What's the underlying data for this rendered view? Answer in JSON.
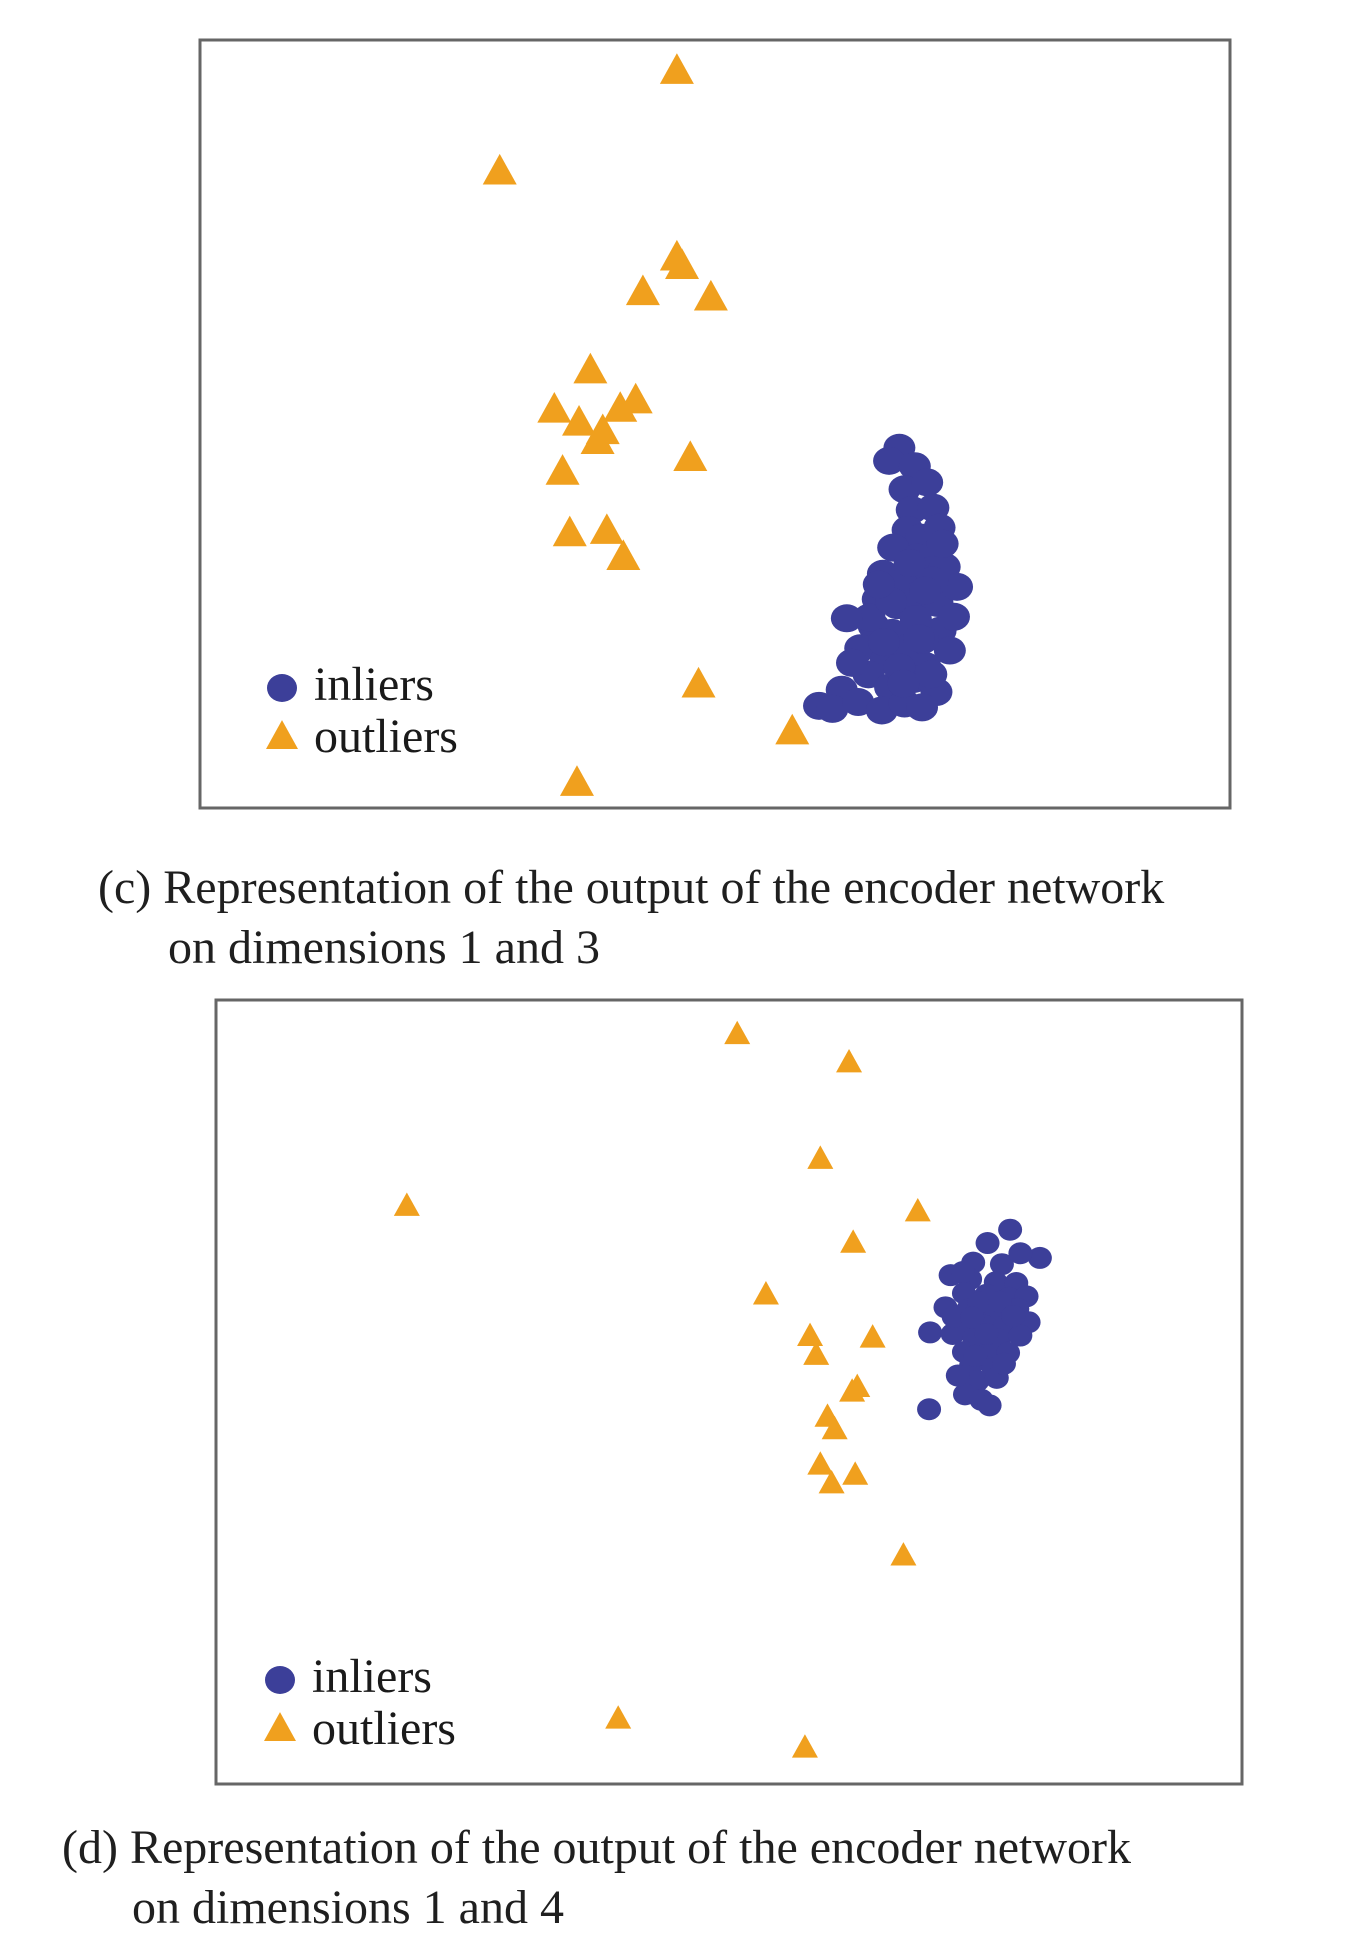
{
  "figures": [
    {
      "caption_line1": "(c) Representation of the output of the encoder network",
      "caption_line2": "on dimensions 1 and 3"
    },
    {
      "caption_line1": "(d) Representation of the output of the encoder network",
      "caption_line2": "on dimensions 1 and 4"
    }
  ],
  "colors": {
    "inliers": "#3c3f99",
    "outliers": "#f0a01e",
    "frame": "#666666"
  },
  "chart_data": [
    {
      "type": "scatter",
      "title": "",
      "xlabel": "",
      "ylabel": "",
      "xlim": [
        0,
        100
      ],
      "ylim": [
        0,
        100
      ],
      "grid": false,
      "legend_position": "bottom-left",
      "legend": [
        "inliers",
        "outliers"
      ],
      "series": [
        {
          "name": "inliers",
          "marker": "circle",
          "points": [
            [
              67.9,
              46.9
            ],
            [
              66.9,
              45.2
            ],
            [
              69.4,
              44.5
            ],
            [
              68.4,
              41.5
            ],
            [
              70.6,
              42.4
            ],
            [
              69.1,
              38.8
            ],
            [
              71.2,
              39.1
            ],
            [
              68.7,
              36.2
            ],
            [
              70.0,
              35.2
            ],
            [
              71.8,
              36.5
            ],
            [
              67.3,
              33.9
            ],
            [
              69.6,
              32.6
            ],
            [
              71.4,
              33.2
            ],
            [
              66.3,
              30.5
            ],
            [
              68.5,
              29.6
            ],
            [
              70.9,
              30.9
            ],
            [
              72.3,
              31.4
            ],
            [
              65.8,
              27.2
            ],
            [
              67.7,
              26.4
            ],
            [
              69.9,
              27.8
            ],
            [
              71.6,
              26.7
            ],
            [
              73.5,
              28.8
            ],
            [
              65.4,
              23.7
            ],
            [
              67.2,
              22.8
            ],
            [
              69.5,
              24.6
            ],
            [
              71.9,
              23.1
            ],
            [
              73.2,
              24.9
            ],
            [
              64.1,
              20.8
            ],
            [
              66.6,
              19.3
            ],
            [
              68.8,
              20.9
            ],
            [
              70.4,
              18.5
            ],
            [
              72.8,
              20.5
            ],
            [
              64.9,
              17.4
            ],
            [
              67.0,
              15.7
            ],
            [
              69.3,
              16.8
            ],
            [
              71.5,
              15.1
            ],
            [
              62.3,
              15.4
            ],
            [
              60.1,
              13.3
            ],
            [
              61.4,
              12.9
            ],
            [
              63.9,
              13.8
            ],
            [
              66.2,
              12.7
            ],
            [
              68.4,
              13.6
            ],
            [
              65.0,
              24.8
            ],
            [
              66.4,
              21.6
            ],
            [
              67.9,
              18.3
            ],
            [
              70.2,
              21.9
            ],
            [
              71.1,
              29.6
            ],
            [
              72.1,
              34.4
            ],
            [
              70.4,
              28.3
            ],
            [
              68.9,
              31.9
            ],
            [
              69.8,
              22.1
            ],
            [
              67.1,
              26.9
            ],
            [
              65.9,
              29.1
            ],
            [
              68.3,
              16.2
            ],
            [
              63.3,
              18.9
            ],
            [
              62.8,
              24.7
            ],
            [
              71.0,
              17.4
            ],
            [
              70.1,
              13.1
            ]
          ]
        },
        {
          "name": "outliers",
          "marker": "triangle",
          "points": [
            [
              46.3,
              95.8
            ],
            [
              29.1,
              82.7
            ],
            [
              46.3,
              71.5
            ],
            [
              46.8,
              70.4
            ],
            [
              43.0,
              67.0
            ],
            [
              49.6,
              66.3
            ],
            [
              37.9,
              56.8
            ],
            [
              34.4,
              51.7
            ],
            [
              40.8,
              51.8
            ],
            [
              42.3,
              52.9
            ],
            [
              36.8,
              50.0
            ],
            [
              39.1,
              48.9
            ],
            [
              38.6,
              47.6
            ],
            [
              47.6,
              45.4
            ],
            [
              35.2,
              43.6
            ],
            [
              35.9,
              35.6
            ],
            [
              39.5,
              35.9
            ],
            [
              41.1,
              32.5
            ],
            [
              48.4,
              15.9
            ],
            [
              57.5,
              9.8
            ],
            [
              36.6,
              3.1
            ]
          ]
        }
      ]
    },
    {
      "type": "scatter",
      "title": "",
      "xlabel": "",
      "ylabel": "",
      "xlim": [
        0,
        100
      ],
      "ylim": [
        0,
        100
      ],
      "grid": false,
      "legend_position": "bottom-left",
      "legend": [
        "inliers",
        "outliers"
      ],
      "series": [
        {
          "name": "inliers",
          "marker": "circle",
          "points": [
            [
              77.4,
              70.7
            ],
            [
              75.2,
              69.0
            ],
            [
              80.3,
              67.1
            ],
            [
              73.8,
              66.5
            ],
            [
              76.6,
              66.3
            ],
            [
              78.4,
              67.7
            ],
            [
              71.6,
              64.9
            ],
            [
              73.5,
              64.4
            ],
            [
              76.0,
              64.0
            ],
            [
              78.0,
              63.9
            ],
            [
              72.9,
              62.6
            ],
            [
              75.1,
              62.4
            ],
            [
              77.3,
              62.0
            ],
            [
              79.0,
              62.2
            ],
            [
              71.1,
              60.8
            ],
            [
              73.3,
              60.5
            ],
            [
              75.7,
              60.3
            ],
            [
              78.1,
              60.6
            ],
            [
              72.5,
              58.8
            ],
            [
              74.8,
              58.5
            ],
            [
              76.9,
              58.4
            ],
            [
              79.2,
              58.9
            ],
            [
              69.6,
              57.6
            ],
            [
              71.8,
              57.4
            ],
            [
              73.9,
              56.9
            ],
            [
              76.3,
              56.7
            ],
            [
              78.4,
              57.2
            ],
            [
              72.9,
              55.1
            ],
            [
              75.1,
              54.8
            ],
            [
              77.2,
              55.0
            ],
            [
              73.6,
              53.4
            ],
            [
              75.8,
              53.0
            ],
            [
              74.2,
              51.4
            ],
            [
              76.1,
              51.8
            ],
            [
              73.0,
              49.7
            ],
            [
              74.6,
              49.0
            ],
            [
              69.5,
              47.8
            ],
            [
              75.4,
              48.3
            ],
            [
              72.8,
              65.3
            ],
            [
              74.4,
              61.4
            ],
            [
              76.4,
              61.5
            ],
            [
              71.9,
              59.6
            ],
            [
              73.7,
              59.5
            ],
            [
              75.1,
              57.4
            ],
            [
              77.7,
              59.7
            ],
            [
              74.0,
              54.6
            ],
            [
              72.3,
              52.1
            ],
            [
              76.8,
              53.6
            ]
          ]
        },
        {
          "name": "outliers",
          "marker": "triangle",
          "points": [
            [
              50.8,
              95.5
            ],
            [
              61.7,
              91.9
            ],
            [
              58.9,
              79.6
            ],
            [
              18.6,
              73.6
            ],
            [
              68.4,
              72.9
            ],
            [
              62.1,
              68.9
            ],
            [
              53.6,
              62.3
            ],
            [
              57.9,
              57.0
            ],
            [
              64.0,
              56.8
            ],
            [
              58.5,
              54.6
            ],
            [
              62.5,
              50.5
            ],
            [
              62.0,
              49.9
            ],
            [
              59.6,
              46.7
            ],
            [
              60.3,
              45.1
            ],
            [
              58.9,
              40.6
            ],
            [
              62.3,
              39.3
            ],
            [
              60.0,
              38.2
            ],
            [
              67.0,
              29.0
            ],
            [
              39.2,
              8.2
            ],
            [
              57.4,
              4.5
            ]
          ]
        }
      ]
    }
  ]
}
